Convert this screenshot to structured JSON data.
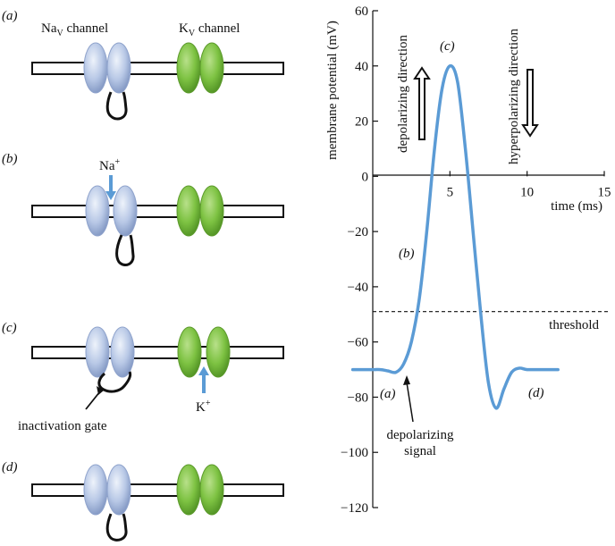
{
  "panel_labels": {
    "a": "(a)",
    "b": "(b)",
    "c": "(c)",
    "d": "(d)"
  },
  "channels": {
    "nav_prefix": "Na",
    "nav_sub": "V",
    "nav_suffix": " channel",
    "kv_prefix": "K",
    "kv_sub": "V",
    "kv_suffix": " channel"
  },
  "ions": {
    "na_base": "Na",
    "na_sup": "+",
    "k_base": "K",
    "k_sup": "+"
  },
  "inactivation_gate_label": "inactivation gate",
  "plot_annotations": {
    "depolarizing_direction": "depolarizing direction",
    "hyperpolarizing_direction": "hyperpolarizing direction",
    "threshold": "threshold",
    "depolarizing_signal_line1": "depolarizing",
    "depolarizing_signal_line2": "signal",
    "point_a": "(a)",
    "point_b": "(b)",
    "point_c": "(c)",
    "point_d": "(d)"
  },
  "colors": {
    "nav_channel": "#b8c8e6",
    "kv_channel": "#7dc242",
    "trace": "#5b9bd5",
    "ion_arrow": "#5b9bd5"
  },
  "chart_data": {
    "type": "line",
    "xlabel": "time (ms)",
    "ylabel": "membrane potential (mV)",
    "xlim": [
      0,
      15
    ],
    "ylim": [
      -120,
      60
    ],
    "xticks": [
      5,
      10,
      15
    ],
    "yticks": [
      60,
      40,
      20,
      0,
      -20,
      -40,
      -60,
      -80,
      -100,
      -120
    ],
    "threshold": -49,
    "series": [
      {
        "x": [
          -1.3,
          0,
          0.5,
          1,
          1.5,
          2,
          2.5,
          3,
          3.5,
          4,
          4.5,
          5,
          5.5,
          6,
          6.5,
          7,
          7.5,
          8,
          8.5,
          9,
          9.5,
          10,
          11,
          12
        ],
        "y": [
          -70,
          -70,
          -70,
          -70.5,
          -71,
          -68,
          -60,
          -45,
          -20,
          10,
          32,
          40,
          34,
          10,
          -20,
          -50,
          -75,
          -84,
          -77,
          -71,
          -69.5,
          -70,
          -70,
          -70
        ]
      }
    ]
  }
}
